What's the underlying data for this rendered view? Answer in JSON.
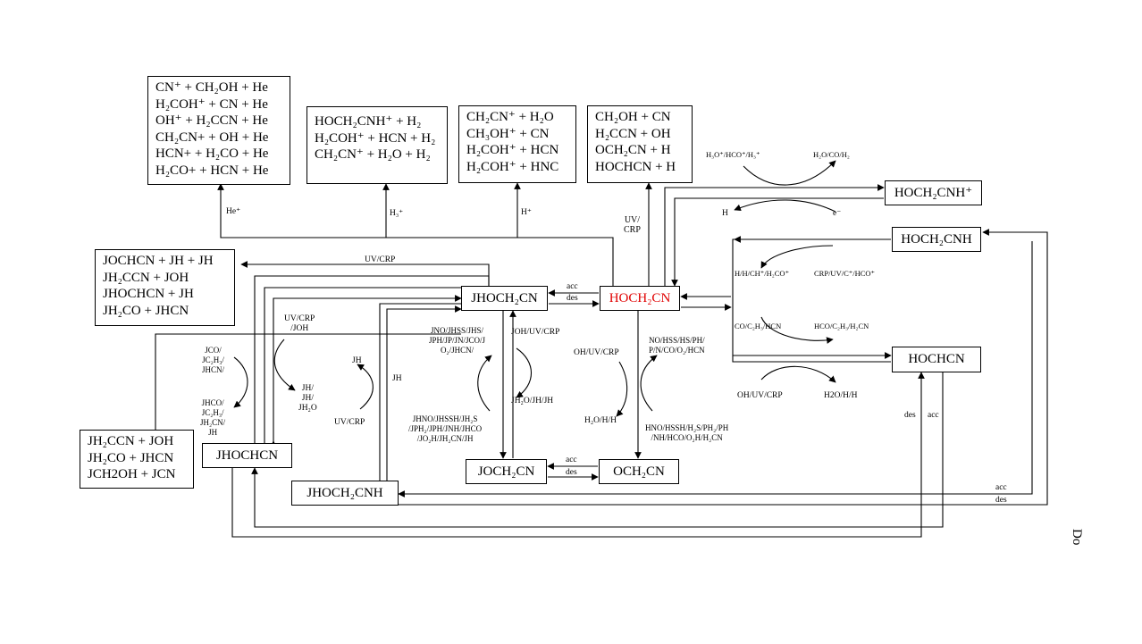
{
  "boxes": {
    "he_products": [
      "CN⁺ + CH₂OH + He",
      "H₂COH⁺ + CN + He",
      "OH⁺ + H₂CCN + He",
      "CH₂CN+ + OH + He",
      "HCN+ + H₂CO + He",
      "H₂CO+ + HCN + He"
    ],
    "h3_products": [
      "HOCH₂CNH⁺ + H₂",
      "H₂COH⁺ + HCN + H₂",
      "CH₂CN⁺ + H₂O + H₂"
    ],
    "hplus_products": [
      "CH₂CN⁺ + H₂O",
      "CH₃OH⁺ + CN",
      "H₂COH⁺ + HCN",
      "H₂COH⁺ + HNC"
    ],
    "uv_products": [
      "CH₂OH +  CN",
      "H₂CCN +  OH",
      "OCH₂CN + H",
      "HOCHCN + H"
    ],
    "grain_uv_products": [
      "JOCHCN + JH + JH",
      "JH₂CCN +  JOH",
      "JHOCHCN + JH",
      "JH₂CO + JHCN"
    ],
    "grain_jhochcn_products": [
      "JH₂CCN +  JOH",
      "JH₂CO + JHCN",
      "JCH2OH + JCN"
    ],
    "hoch2cnh_plus": "HOCH₂CNH⁺",
    "hoch2cnh": "HOCH₂CNH",
    "hochcn": "HOCHCN",
    "hoch2cn": "HOCH₂CN",
    "jhoch2cn": "JHOCH₂CN",
    "jhochcn": "JHOCHCN",
    "joch2cn": "JOCH₂CN",
    "och2cn": "OCH₂CN",
    "jhoch2cnh": "JHOCH₂CNH"
  },
  "labels": {
    "he_plus": "He⁺",
    "h3_plus": "H₃⁺",
    "h_plus": "H⁺",
    "uv_crp": "UV/\nCRP",
    "uv_crp_top": "UV/CRP",
    "acc": "acc",
    "des": "des",
    "h3o_hco_h3": "H₃O⁺/HCO⁺/H₃⁺",
    "h2o_co_h2": "H₂O/CO/H₂",
    "h": "H",
    "e_minus": "e⁻",
    "h_ch_h2co": "H/H/CH⁺/H₂CO⁺",
    "crp_uv_c_hco": "CRP/UV/C⁺/HCO⁺",
    "co_c2h3_hcn": "CO/C₂H₃/HCN",
    "hco_c2h3_h2cn": "HCO/C₂H₃/H₂CN",
    "oh_uv_crp_right": "OH/UV/CRP",
    "h2o_h_h_right": "H2O/H/H",
    "uv_crp_joh": "UV/CRP\n/JOH",
    "jh_jh_jh2o": "JH/\nJH/\nJH₂O",
    "jh_small": "JH",
    "uv_crp_small": "UV/CRP",
    "jh_vert": "JH",
    "jco_group": "JCO/\nJC₂H₃/\nJHCN/",
    "jhco_group": "JHCO/\nJC₂H₃/\nJH₂CN/\nJH",
    "jno_group": "JNO/JHSS/JHS/\nJPH/JP/JN/JCO/J\nO₂/JHCN/",
    "jhno_group": "JHNO/JHSSH/JH₂S\n/JPH₂/JPH/JNH/JHCO\n/JO₂H/JH₂CN/JH",
    "joh_uv_crp": "JOH/UV/CRP",
    "jh2o_jh_jh": "JH₂O/JH/JH",
    "oh_uv_crp_mid": "OH/UV/CRP",
    "h2o_h_h_mid": "H₂O/H/H",
    "no_group": "NO/HSS/HS/PH/\nP/N/CO/O₂/HCN",
    "hno_group": "HNO/HSSH/H₂S/PH₂/PH\n/NH/HCO/O₂H/H₂CN",
    "side_text": "Do"
  }
}
